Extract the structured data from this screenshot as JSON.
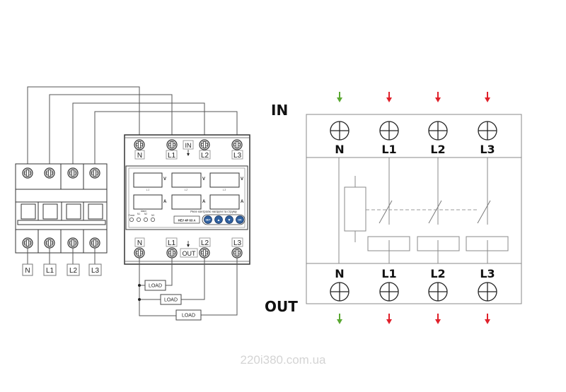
{
  "left_diagram": {
    "breaker_labels": [
      "N",
      "L1",
      "L2",
      "L3"
    ],
    "relay": {
      "in_terminals": [
        "N",
        "L1",
        "L2",
        "L3"
      ],
      "in_label": "IN",
      "out_terminals": [
        "N",
        "L1",
        "L2",
        "L3"
      ],
      "out_label": "OUT",
      "phase_labels": [
        "L1",
        "L2",
        "L3"
      ],
      "volt_unit": "V",
      "amp_unit": "A",
      "indicator_labels": [
        "Power",
        "N1",
        "N2",
        "N3"
      ],
      "indicator_group_label": "Alarm",
      "caption": "Реле контролю напруги та струму",
      "model": "НЕУ 4Р 63 А",
      "buttons": [
        "SET",
        "▲",
        "▼",
        "OK"
      ]
    },
    "loads": [
      "LOAD",
      "LOAD",
      "LOAD"
    ]
  },
  "right_diagram": {
    "in_label": "IN",
    "out_label": "OUT",
    "terminals": [
      "N",
      "L1",
      "L2",
      "L3"
    ],
    "arrow_colors": {
      "neutral": "#5aa832",
      "phase": "#e0202a"
    }
  },
  "watermark": "220i380.com.ua"
}
